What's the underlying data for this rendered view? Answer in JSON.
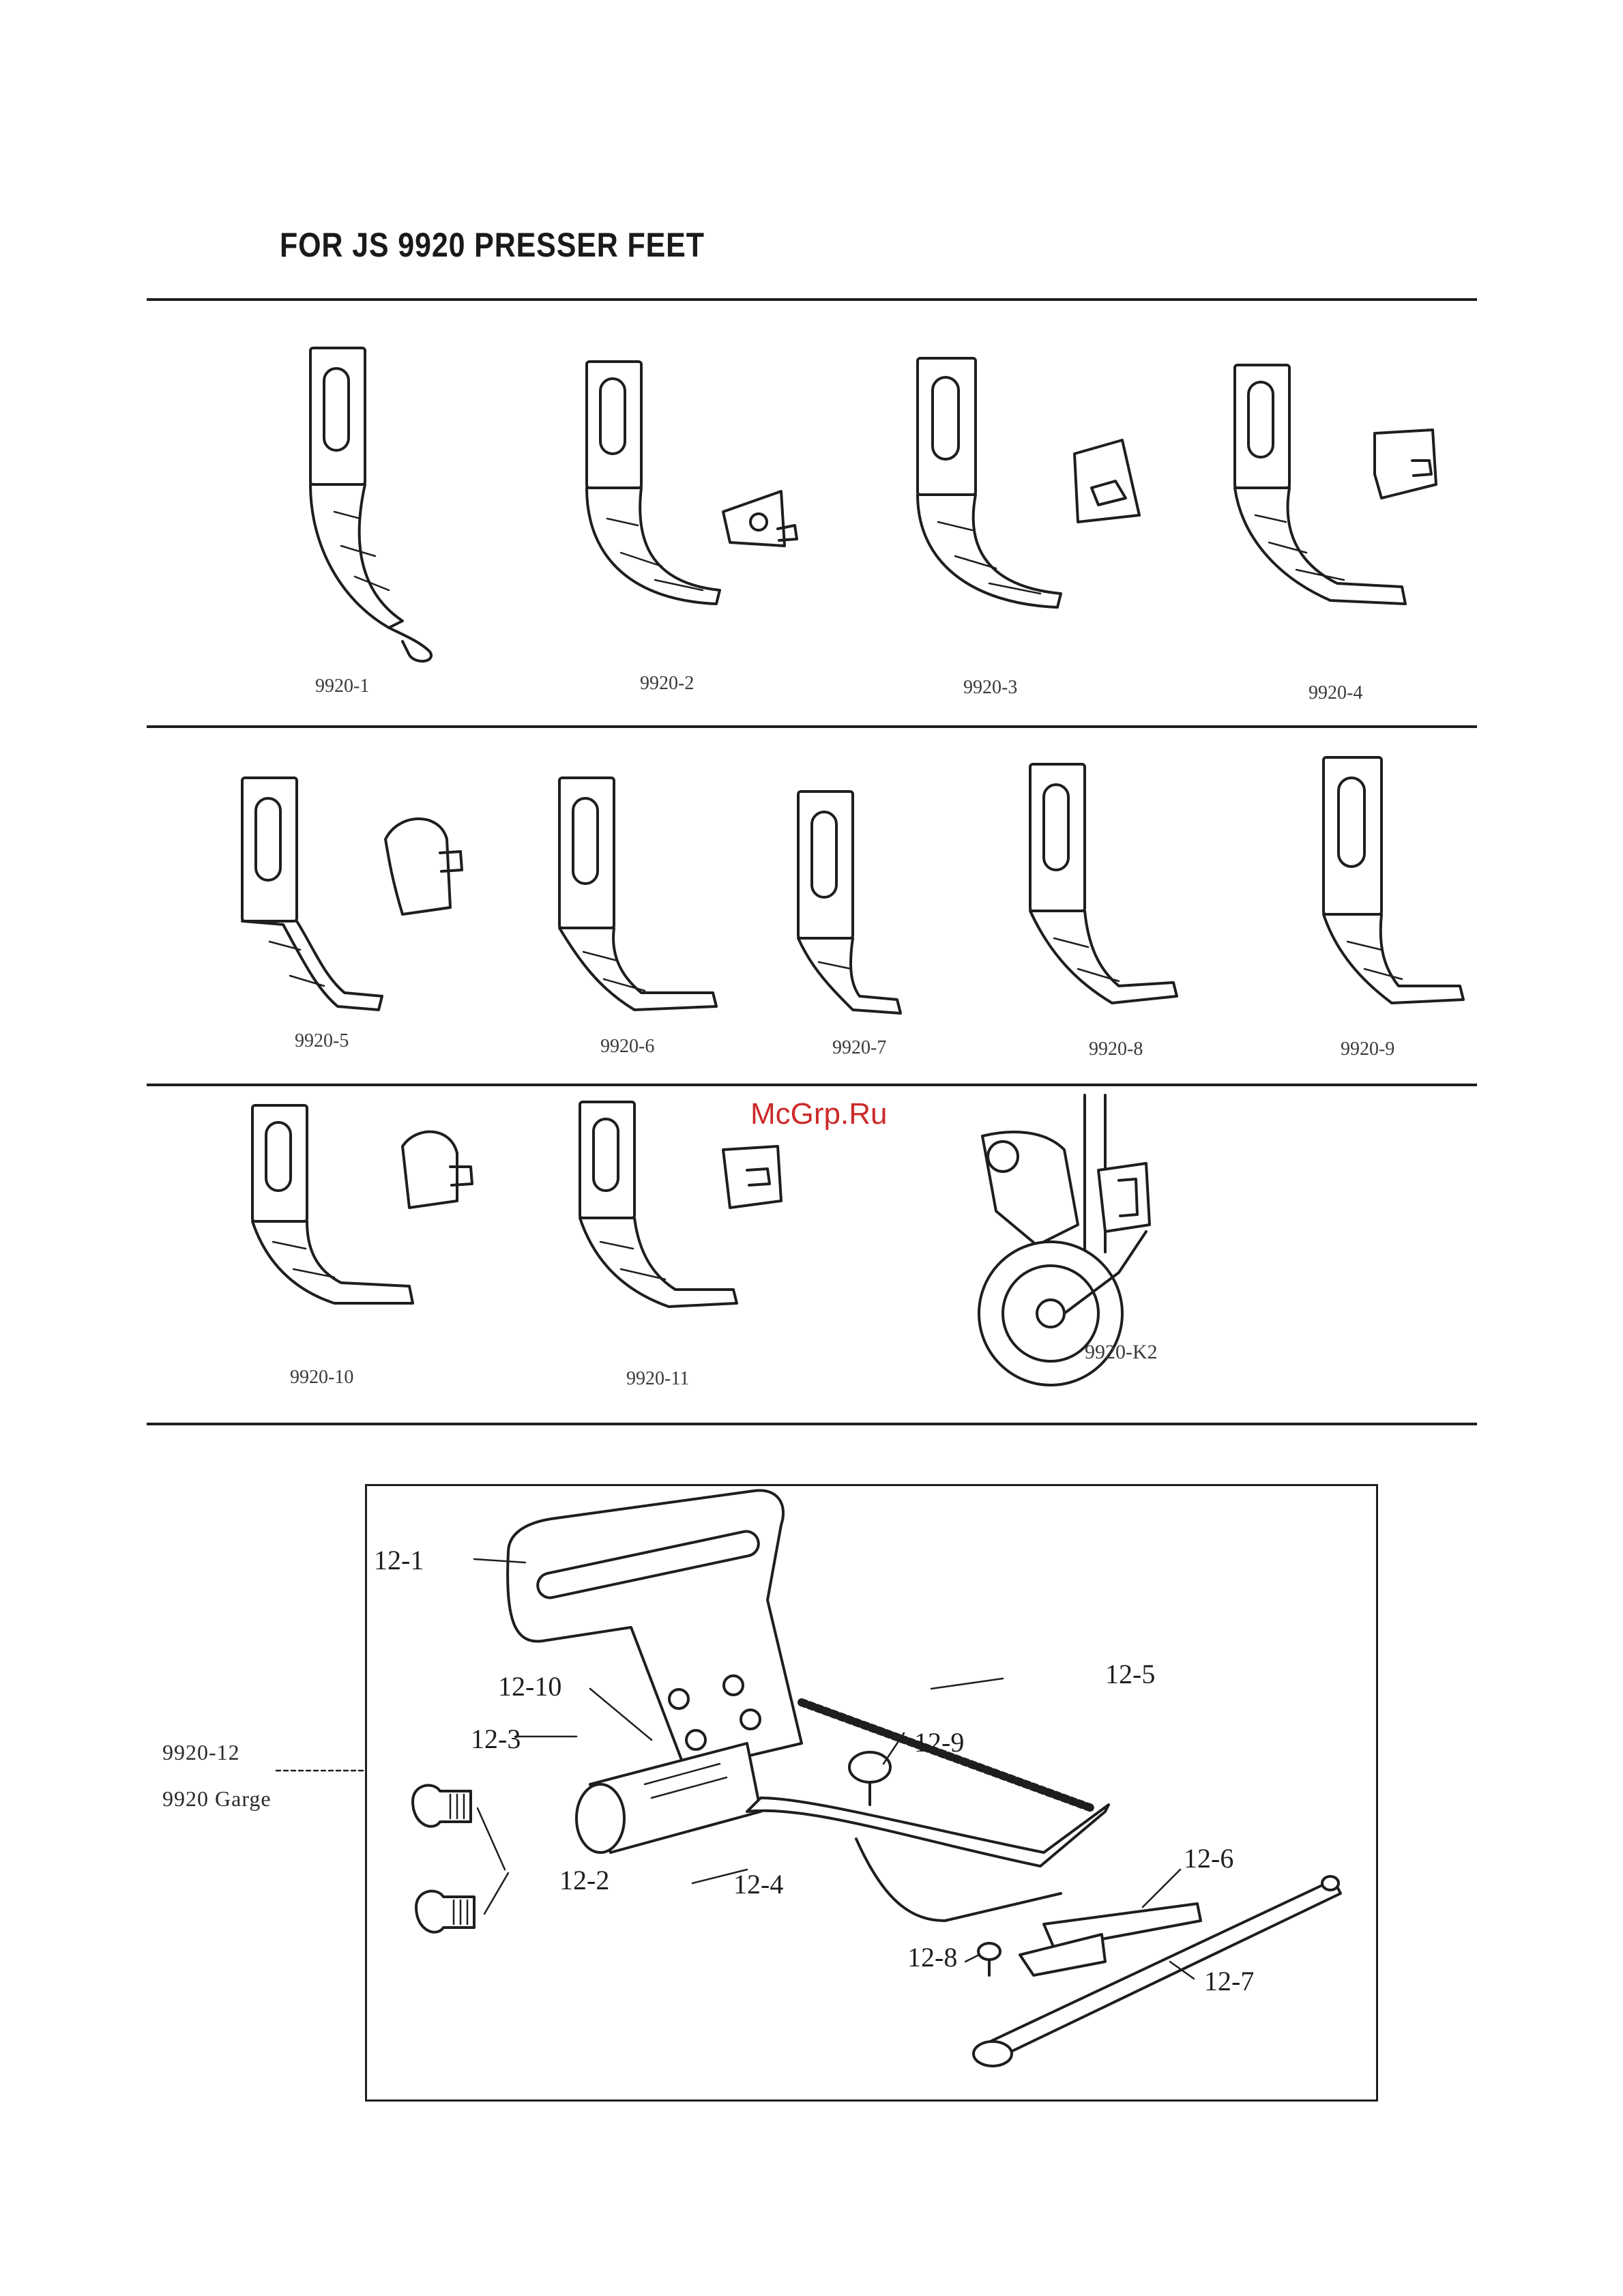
{
  "page": {
    "title": "FOR JS 9920 PRESSER FEET",
    "watermark": "McGrp.Ru"
  },
  "rows": [
    {
      "items": [
        {
          "code": "9920-1"
        },
        {
          "code": "9920-2"
        },
        {
          "code": "9920-3"
        },
        {
          "code": "9920-4"
        }
      ]
    },
    {
      "items": [
        {
          "code": "9920-5"
        },
        {
          "code": "9920-6"
        },
        {
          "code": "9920-7"
        },
        {
          "code": "9920-8"
        },
        {
          "code": "9920-9"
        }
      ]
    },
    {
      "items": [
        {
          "code": "9920-10"
        },
        {
          "code": "9920-11"
        },
        {
          "code": "9920-K2"
        }
      ]
    }
  ],
  "gauge": {
    "assembly_code": "9920-12",
    "assembly_name": "9920 Garge",
    "parts": [
      "12-1",
      "12-2",
      "12-3",
      "12-4",
      "12-5",
      "12-6",
      "12-7",
      "12-8",
      "12-9",
      "12-10"
    ]
  }
}
